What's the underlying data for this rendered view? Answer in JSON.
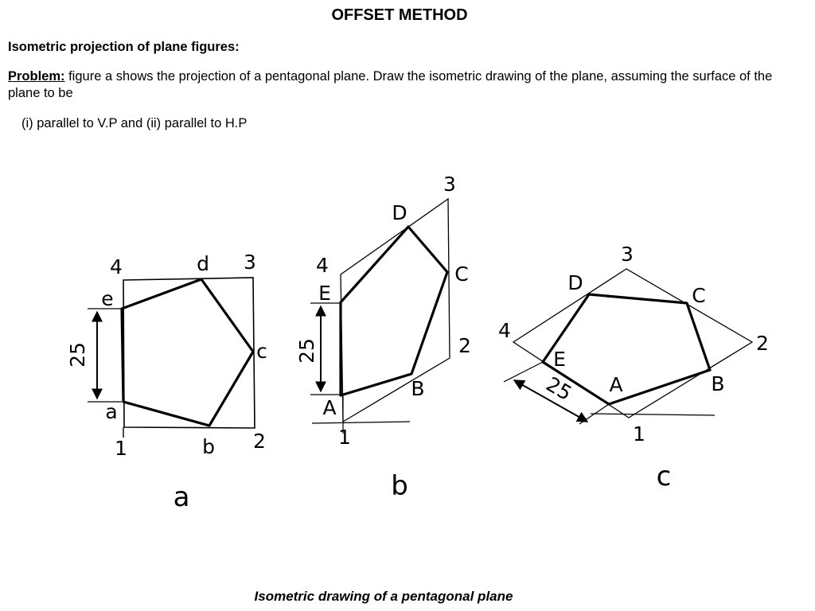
{
  "header": {
    "title": "OFFSET METHOD",
    "subtitle": "Isometric projection of plane figures:",
    "problem_label": "Problem:",
    "problem_text": " figure a shows the projection of a pentagonal plane. Draw the isometric drawing of the plane, assuming the surface of the plane to be",
    "cases": "(i) parallel to V.P and (ii) parallel to H.P"
  },
  "figure_a": {
    "letter": "a",
    "corner_labels": [
      "1",
      "2",
      "3",
      "4"
    ],
    "vertex_labels": [
      "a",
      "b",
      "c",
      "d",
      "e"
    ],
    "dimension": "25"
  },
  "figure_b": {
    "letter": "b",
    "corner_labels": [
      "1",
      "2",
      "3",
      "4"
    ],
    "vertex_labels": [
      "A",
      "B",
      "C",
      "D",
      "E"
    ],
    "dimension": "25"
  },
  "figure_c": {
    "letter": "c",
    "corner_labels": [
      "1",
      "2",
      "3",
      "4"
    ],
    "vertex_labels": [
      "A",
      "B",
      "C",
      "D",
      "E"
    ],
    "dimension": "25"
  },
  "caption": "Isometric drawing of a pentagonal plane"
}
